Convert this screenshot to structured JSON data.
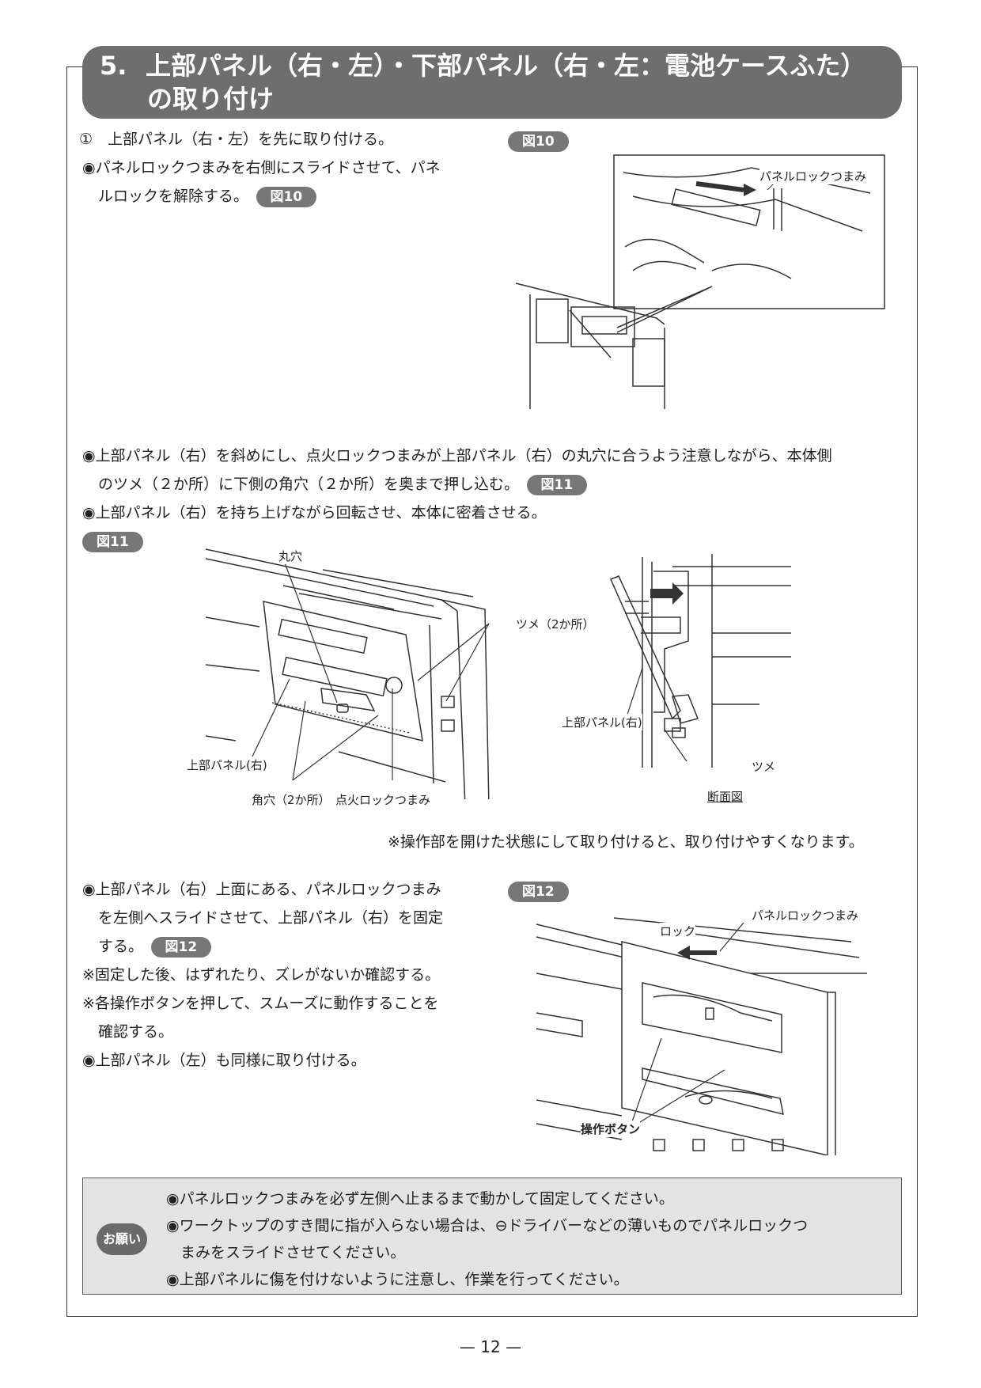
{
  "header": {
    "num": "5.",
    "line1": "上部パネル（右・左）・下部パネル（右・左：電池ケースふた）",
    "line2": "の取り付け"
  },
  "step1": {
    "title": "①　上部パネル（右・左）を先に取り付ける。",
    "p1a": "◉パネルロックつまみを右側にスライドさせて、パネ",
    "p1b": "ルロックを解除する。"
  },
  "section2": {
    "p2a": "◉上部パネル（右）を斜めにし、点火ロックつまみが上部パネル（右）の丸穴に合うよう注意しながら、本体側",
    "p2b": "のツメ（２か所）に下側の角穴（２か所）を奥まで押し込む。",
    "p3": "◉上部パネル（右）を持ち上げながら回転させ、本体に密着させる。",
    "remark": "※操作部を開けた状態にして取り付けると、取り付けやすくなります。"
  },
  "section3": {
    "p4a": "◉上部パネル（右）上面にある、パネルロックつまみ",
    "p4b": "を左側へスライドさせて、上部パネル（右）を固定",
    "p4c": "する。",
    "p5": "※固定した後、はずれたり、ズレがないか確認する。",
    "p6a": "※各操作ボタンを押して、スムーズに動作することを",
    "p6b": "確認する。",
    "p7": "◉上部パネル（左）も同様に取り付ける。"
  },
  "figures": {
    "fig10": "図10",
    "fig11": "図11",
    "fig12": "図12"
  },
  "fig10_labels": {
    "knob": "パネルロックつまみ"
  },
  "fig11_labels": {
    "round_hole": "丸穴",
    "claw": "ツメ（2か所）",
    "upper_panel_left": "上部パネル(右)",
    "square_hole": "角穴（2か所）",
    "ignition_knob": "点火ロックつまみ",
    "upper_panel_right": "上部パネル(右)",
    "claw2": "ツメ",
    "section_view": "断面図"
  },
  "fig12_labels": {
    "knob": "パネルロックつまみ",
    "lock": "ロック",
    "buttons": "操作ボタン"
  },
  "notice": {
    "badge": "お願い",
    "n1": "◉パネルロックつまみを必ず左側へ止まるまで動かして固定してください。",
    "n2a": "◉ワークトップのすき間に指が入らない場合は、⊖ドライバーなどの薄いものでパネルロックつ",
    "n2b": "まみをスライドさせてください。",
    "n3": "◉上部パネルに傷を付けないように注意し、作業を行ってください。"
  },
  "page": "— 12 —"
}
